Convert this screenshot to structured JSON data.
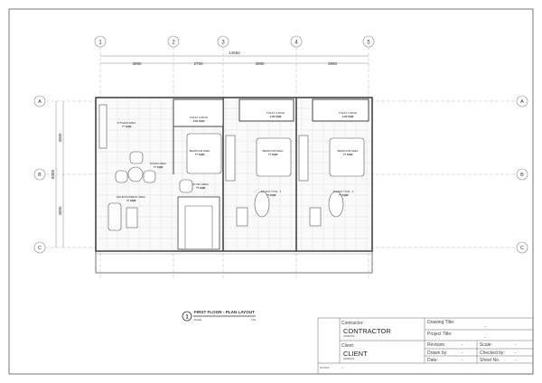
{
  "drawing": {
    "grid_columns": [
      "1",
      "2",
      "3",
      "4",
      "5"
    ],
    "grid_rows": [
      "A",
      "B",
      "C"
    ],
    "overall_dimension": "14550",
    "column_dimensions": [
      "3950",
      "2700",
      "3950",
      "3950"
    ],
    "row_dimensions_total": "8000",
    "row_dimensions": [
      "4000",
      "4000"
    ],
    "rooms": [
      {
        "name": "KITCHEN AREA",
        "area": "?? SQM"
      },
      {
        "name": "TOILET & BATH",
        "area": "3.00 SQM"
      },
      {
        "name": "BEDROOM AREA",
        "area": "?? SQM"
      },
      {
        "name": "DINING AREA",
        "area": "?? SQM"
      },
      {
        "name": "STUDY AREA",
        "area": "?? SQM"
      },
      {
        "name": "ENTERTAINMENT AREA",
        "area": "?? SQM"
      },
      {
        "name": "TOILET & BATH",
        "area": "3.00 SQM"
      },
      {
        "name": "BEDROOM AREA",
        "area": "?? SQM"
      },
      {
        "name": "STUDIO TYPE - 1",
        "area": "?? SQM"
      },
      {
        "name": "TOILET & BATH",
        "area": "3.00 SQM"
      },
      {
        "name": "BEDROOM AREA",
        "area": "?? SQM"
      },
      {
        "name": "STUDIO TYPE - 2",
        "area": "?? SQM"
      }
    ],
    "view_number": "1",
    "view_title": "FIRST FLOOR - PLAN LAYOUT",
    "view_scale_label": "SCALE",
    "view_scale": "1:50"
  },
  "title_block": {
    "contractor_label": "Contractor:",
    "contractor": "CONTRACTOR",
    "contractor_address": "ADRESS",
    "client_label": "Client:",
    "client": "CLIENT",
    "client_address": "ADRESS",
    "drawing_title_label": "Drawing Title:",
    "drawing_title": "-",
    "project_title_label": "Project Title:",
    "project_title": "-",
    "revision_label": "Revision",
    "revision": "-",
    "scale_label": "Scale:",
    "scale": "-",
    "drawn_by_label": "Drawn by:",
    "drawn_by": "-",
    "checked_by_label": "Checked by:",
    "checked_by": "-",
    "date_label": "Date:",
    "date": "-",
    "sheet_label": "Sheet No.",
    "sheet": "-",
    "notes_label": "NOTES",
    "notes": "-"
  }
}
